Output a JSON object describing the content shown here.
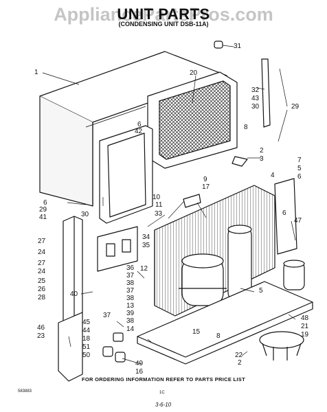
{
  "watermark": "AppliancePartsPros.com",
  "title": "UNIT PARTS",
  "subtitle": "(CONDENSING UNIT DSB-11A)",
  "footer_note": "FOR ORDERING INFORMATION REFER TO PARTS PRICE LIST",
  "diagram_code": "583883",
  "page_mark": "1C",
  "date_mark": "3-6-10",
  "callouts": [
    {
      "id": "c31",
      "text": "31"
    },
    {
      "id": "c1",
      "text": "1"
    },
    {
      "id": "c20",
      "text": "20"
    },
    {
      "id": "c6a",
      "text": "6"
    },
    {
      "id": "c42",
      "text": "42"
    },
    {
      "id": "c32",
      "text": "32"
    },
    {
      "id": "c43",
      "text": "43"
    },
    {
      "id": "c30a",
      "text": "30"
    },
    {
      "id": "c8a",
      "text": "8"
    },
    {
      "id": "c29a",
      "text": "29"
    },
    {
      "id": "c2a",
      "text": "2"
    },
    {
      "id": "c3",
      "text": "3"
    },
    {
      "id": "c9",
      "text": "9"
    },
    {
      "id": "c4",
      "text": "4"
    },
    {
      "id": "c7",
      "text": "7"
    },
    {
      "id": "c5a",
      "text": "5"
    },
    {
      "id": "c6b",
      "text": "6"
    },
    {
      "id": "c10",
      "text": "10"
    },
    {
      "id": "c17",
      "text": "17"
    },
    {
      "id": "c11",
      "text": "11"
    },
    {
      "id": "c33",
      "text": "33"
    },
    {
      "id": "c6c",
      "text": "6"
    },
    {
      "id": "c29b",
      "text": "29"
    },
    {
      "id": "c41",
      "text": "41"
    },
    {
      "id": "c30b",
      "text": "30"
    },
    {
      "id": "c47",
      "text": "47"
    },
    {
      "id": "c6d",
      "text": "6"
    },
    {
      "id": "c34",
      "text": "34"
    },
    {
      "id": "c35",
      "text": "35"
    },
    {
      "id": "c27a",
      "text": "27"
    },
    {
      "id": "c24a",
      "text": "24"
    },
    {
      "id": "c27b",
      "text": "27"
    },
    {
      "id": "c24b",
      "text": "24"
    },
    {
      "id": "c25",
      "text": "25"
    },
    {
      "id": "c26",
      "text": "26"
    },
    {
      "id": "c28",
      "text": "28"
    },
    {
      "id": "c12",
      "text": "12"
    },
    {
      "id": "c36",
      "text": "36"
    },
    {
      "id": "c37a",
      "text": "37"
    },
    {
      "id": "c38a",
      "text": "38"
    },
    {
      "id": "c37b",
      "text": "37"
    },
    {
      "id": "c38b",
      "text": "38"
    },
    {
      "id": "c13",
      "text": "13"
    },
    {
      "id": "c40",
      "text": "40"
    },
    {
      "id": "c39",
      "text": "39"
    },
    {
      "id": "c37c",
      "text": "37"
    },
    {
      "id": "c38c",
      "text": "38"
    },
    {
      "id": "c14",
      "text": "14"
    },
    {
      "id": "c5b",
      "text": "5"
    },
    {
      "id": "c15",
      "text": "15"
    },
    {
      "id": "c8b",
      "text": "8"
    },
    {
      "id": "c48",
      "text": "48"
    },
    {
      "id": "c21",
      "text": "21"
    },
    {
      "id": "c19",
      "text": "19"
    },
    {
      "id": "c46",
      "text": "46"
    },
    {
      "id": "c23",
      "text": "23"
    },
    {
      "id": "c45",
      "text": "45"
    },
    {
      "id": "c44",
      "text": "44"
    },
    {
      "id": "c18",
      "text": "18"
    },
    {
      "id": "c51",
      "text": "51"
    },
    {
      "id": "c50",
      "text": "50"
    },
    {
      "id": "c49",
      "text": "49"
    },
    {
      "id": "c16",
      "text": "16"
    },
    {
      "id": "c22",
      "text": "22"
    },
    {
      "id": "c2b",
      "text": "2"
    }
  ]
}
